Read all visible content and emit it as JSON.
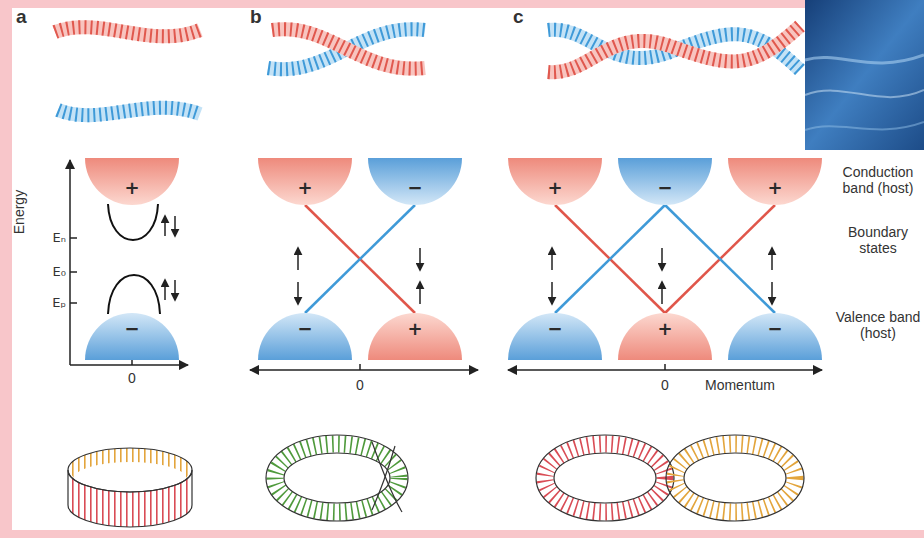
{
  "diagram": {
    "nodes": [
      {
        "text": [
          "+"
        ]
      },
      {
        "text": [
          "−"
        ]
      },
      {
        "text": [
          "+"
        ]
      },
      {
        "text": [
          "−"
        ]
      },
      {
        "text": [
          "−"
        ]
      },
      {
        "text": [
          "+"
        ]
      },
      {
        "text": [
          "+"
        ]
      },
      {
        "text": [
          "−"
        ]
      },
      {
        "text": [
          "+"
        ]
      },
      {
        "text": [
          "−"
        ]
      },
      {
        "text": [
          "+"
        ]
      },
      {
        "text": [
          "−"
        ]
      }
    ],
    "edges": [
      {
        "from": 2,
        "to": 5,
        "arrow": "none"
      },
      {
        "from": 3,
        "to": 4,
        "arrow": "none"
      },
      {
        "from": 6,
        "to": 10,
        "arrow": "none"
      },
      {
        "from": 10,
        "to": 8,
        "arrow": "none"
      },
      {
        "from": 9,
        "to": 7,
        "arrow": "none"
      },
      {
        "from": 7,
        "to": 11,
        "arrow": "none"
      }
    ],
    "labels": [
      "a",
      "b",
      "c",
      "Energy",
      "Eₙ",
      "E₀",
      "Eₚ",
      "0",
      "0",
      "0",
      "Momentum",
      "Conduction band (host)",
      "Boundary states",
      "Valence band (host)"
    ]
  }
}
